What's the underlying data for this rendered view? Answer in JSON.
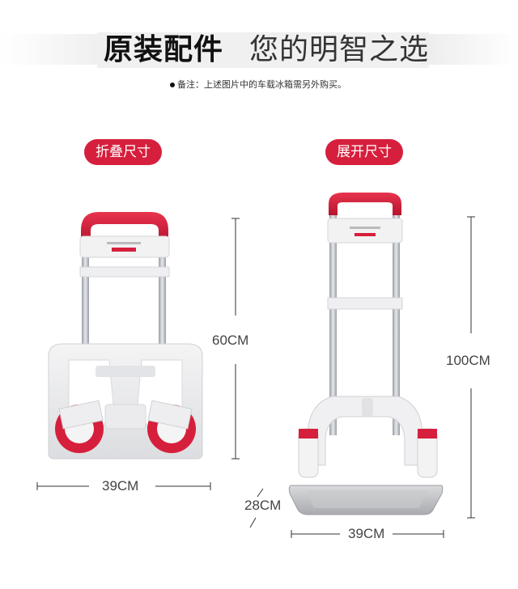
{
  "header": {
    "title": "原装配件",
    "subtitle": "您的明智之选",
    "note": "备注：上述图片中的车载冰箱需另外购买。"
  },
  "folded": {
    "label": "折叠尺寸",
    "height": "60CM",
    "width": "39CM"
  },
  "expanded": {
    "label": "展开尺寸",
    "height": "100CM",
    "depth": "28CM",
    "width": "39CM"
  },
  "colors": {
    "accent": "#d61f3c",
    "frame": "#e8e8ea",
    "pole": "#b8bcc2"
  }
}
